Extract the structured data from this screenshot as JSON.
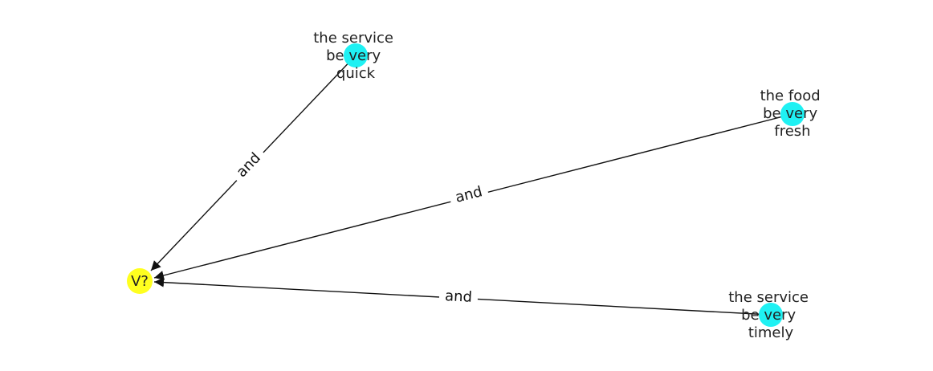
{
  "colors": {
    "source_node": "#1ff1f3",
    "target_node": "#ffff1f",
    "edge": "#111111",
    "text": "#222222"
  },
  "graph": {
    "nodes": [
      {
        "id": "n_quick",
        "lines": [
          "the service",
          "be very",
          "quick"
        ],
        "kind": "source"
      },
      {
        "id": "n_fresh",
        "lines": [
          "the food",
          "be very",
          "fresh"
        ],
        "kind": "source"
      },
      {
        "id": "n_timely",
        "lines": [
          "the service",
          "be very",
          "timely"
        ],
        "kind": "source"
      },
      {
        "id": "n_target",
        "lines": [
          "V?"
        ],
        "kind": "target"
      }
    ],
    "edges": [
      {
        "id": "e1",
        "from": "n_quick",
        "to": "n_target",
        "label": "and"
      },
      {
        "id": "e2",
        "from": "n_fresh",
        "to": "n_target",
        "label": "and"
      },
      {
        "id": "e3",
        "from": "n_timely",
        "to": "n_target",
        "label": "and"
      }
    ]
  }
}
